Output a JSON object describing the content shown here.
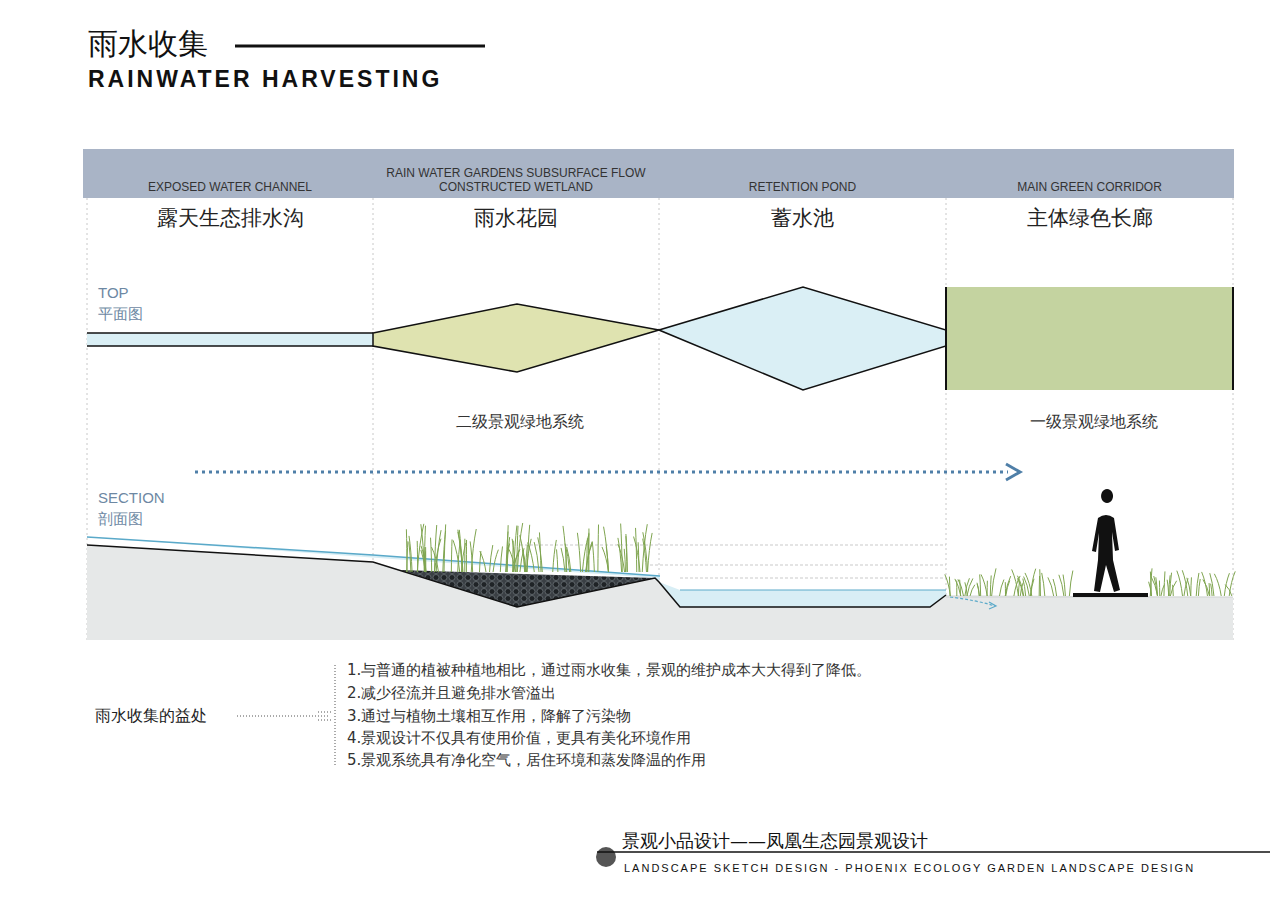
{
  "diagram": {
    "title": "雨水收集",
    "nodes": [
      {
        "text": [
          "EXPOSED WATER CHANNEL",
          "露天生态排水沟"
        ]
      },
      {
        "text": [
          "RAIN WATER GARDENS SUBSURFACE FLOW CONSTRUCTED WETLAND",
          "雨水花园"
        ]
      },
      {
        "text": [
          "RETENTION POND",
          "蓄水池"
        ]
      },
      {
        "text": [
          "MAIN GREEN CORRIDOR",
          "主体绿色长廊"
        ]
      }
    ],
    "labels": [
      "RAINWATER HARVESTING",
      "TOP",
      "平面图",
      "二级景观绿地系统",
      "一级景观绿地系统",
      "SECTION",
      "剖面图",
      "雨水收集的益处",
      "1.与普通的植被种植地相比，通过雨水收集，景观的维护成本大大得到了降低。",
      "2.减少径流并且避免排水管溢出",
      "3.通过与植物土壤相互作用，降解了污染物",
      "4.景观设计不仅具有使用价值，更具有美化环境作用",
      "5.景观系统具有净化空气，居住环境和蒸发降温的作用",
      "景观小品设计——凤凰生态园景观设计",
      "LANDSCAPE SKETCH DESIGN - PHOENIX ECOLOGY GARDEN LANDSCAPE DESIGN"
    ]
  }
}
